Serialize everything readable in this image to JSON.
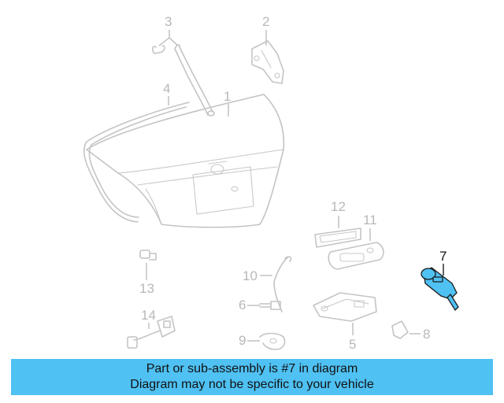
{
  "callouts": {
    "c1": "1",
    "c2": "2",
    "c3": "3",
    "c4": "4",
    "c5": "5",
    "c6": "6",
    "c7": "7",
    "c8": "8",
    "c9": "9",
    "c10": "10",
    "c11": "11",
    "c12": "12",
    "c13": "13",
    "c14": "14"
  },
  "highlight": {
    "part": "7",
    "color": "#4fc1f3"
  },
  "banner": {
    "line1": "Part or sub-assembly is #7 in diagram",
    "line2": "Diagram may not be specific to your vehicle",
    "background": "#4fc1f3"
  }
}
